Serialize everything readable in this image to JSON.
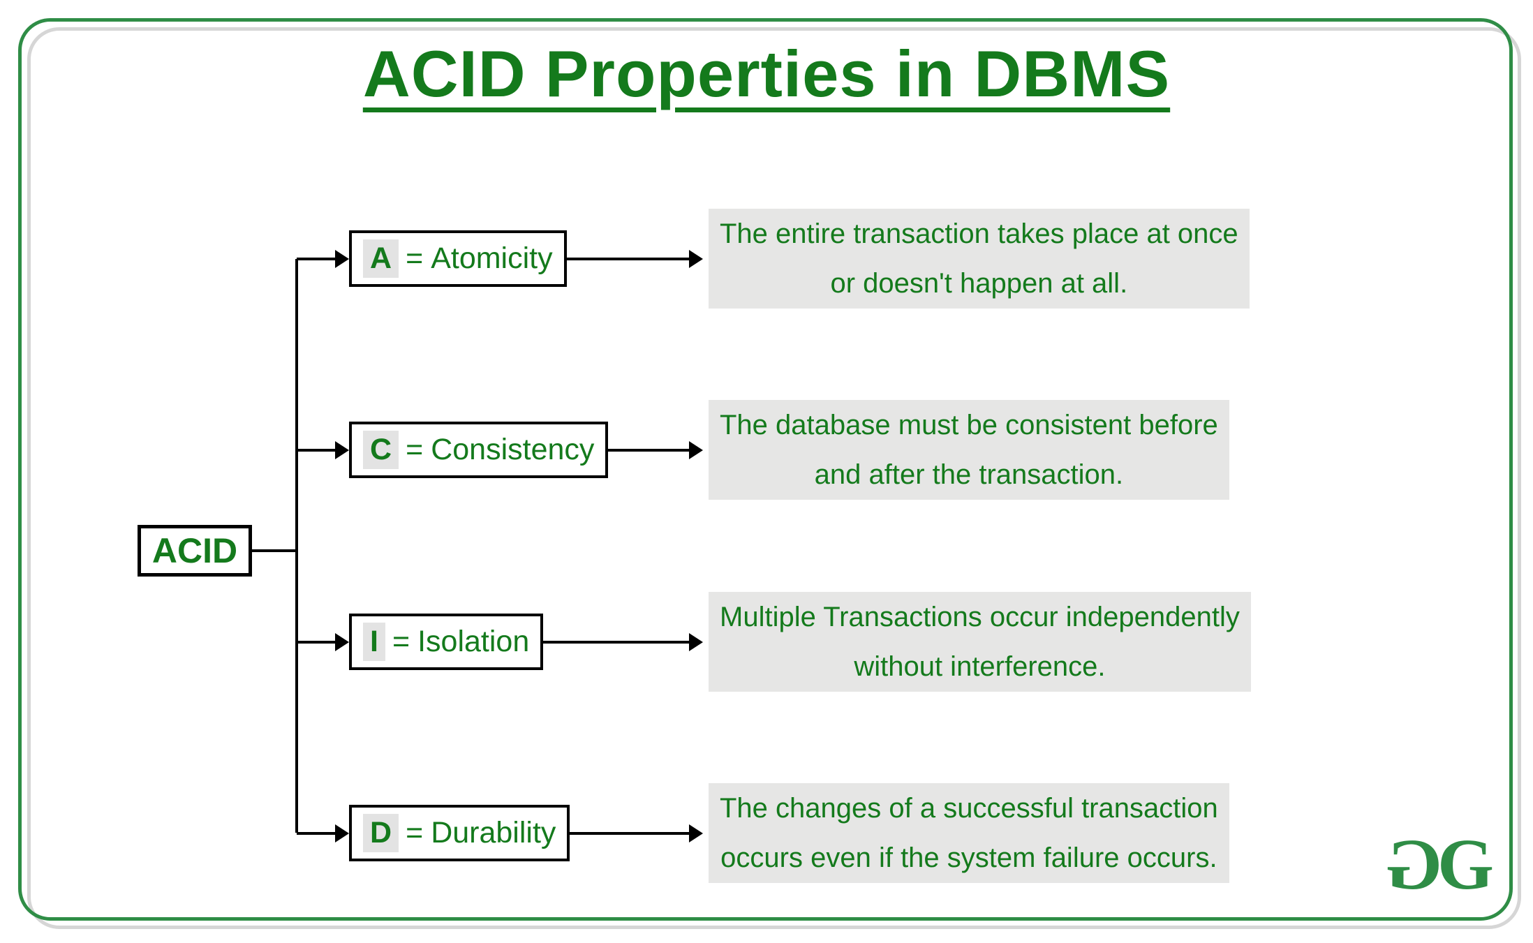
{
  "title": "ACID Properties in DBMS",
  "root": {
    "label": "ACID"
  },
  "equals_sign": "=",
  "properties": [
    {
      "letter": "A",
      "name": "Atomicity",
      "description": [
        "The entire transaction takes place at once",
        "or doesn't happen at all."
      ]
    },
    {
      "letter": "C",
      "name": "Consistency",
      "description": [
        "The database must be consistent before",
        "and after the transaction."
      ]
    },
    {
      "letter": "I",
      "name": "Isolation",
      "description": [
        "Multiple Transactions occur independently",
        "without interference."
      ]
    },
    {
      "letter": "D",
      "name": "Durability",
      "description": [
        "The changes of a successful transaction",
        "occurs even if the system failure occurs."
      ]
    }
  ],
  "logo": {
    "flipped_letter": "G",
    "letter": "G"
  },
  "colors": {
    "text_green": "#147a1c",
    "brand_green": "#2f8d46",
    "desc_bg": "#e6e6e5",
    "letter_bg": "#e3e3e3",
    "line_black": "#000000",
    "shadow_gray": "#d6d6d6"
  }
}
